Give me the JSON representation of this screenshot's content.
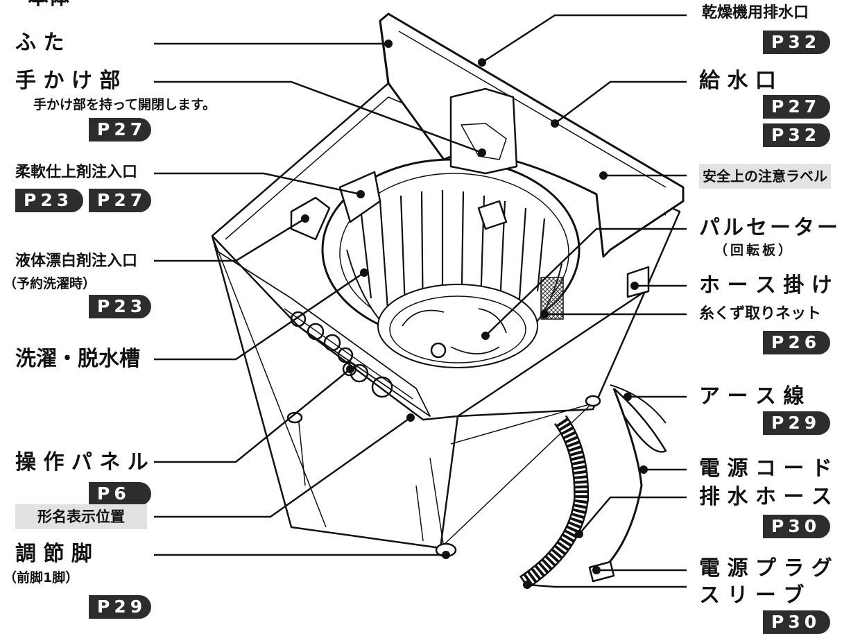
{
  "header_partial": "本体",
  "left": {
    "lid": "ふ た",
    "handle": "手 か け 部",
    "handle_note": "手かけ部を持って開閉します。",
    "handle_ref": "P27",
    "softener": "柔軟仕上剤注入口",
    "softener_ref_1": "P23",
    "softener_ref_2": "P27",
    "bleach": "液体漂白剤注入口",
    "bleach_note": "（予約洗濯時）",
    "bleach_ref": "P23",
    "tub": "洗濯・脱水槽",
    "panel": "操 作 パ ネ ル",
    "panel_ref": "P6",
    "model_position": "形名表示位置",
    "leveling_foot": "調 節 脚",
    "leveling_note": "（前脚1脚）",
    "leveling_ref": "P29"
  },
  "right": {
    "dryer_drain": "乾燥機用排水口",
    "dryer_drain_ref": "P32",
    "water_inlet": "給 水 口",
    "water_inlet_ref_1": "P27",
    "water_inlet_ref_2": "P32",
    "safety_label": "安全上の注意ラベル",
    "pulsator": "パルセーター",
    "pulsator_note": "（回転板）",
    "hose_hook": "ホ ー ス 掛 け",
    "lint_net": "糸くず取りネット",
    "lint_net_ref": "P26",
    "ground_wire": "ア ー ス 線",
    "ground_wire_ref": "P29",
    "power_cord": "電 源 コ ー ド",
    "drain_hose": "排 水 ホ ー ス",
    "drain_hose_ref": "P30",
    "power_plug": "電 源 プ ラ グ",
    "sleeve": "ス リ ー ブ",
    "sleeve_ref": "P30"
  }
}
